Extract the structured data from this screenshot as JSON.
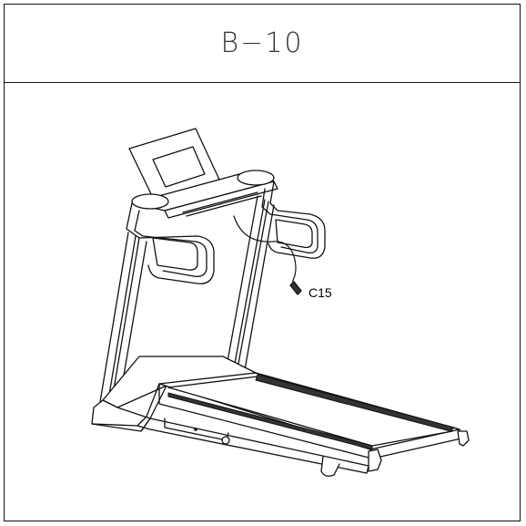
{
  "header": {
    "title": "B−10"
  },
  "diagram": {
    "subject": "treadmill",
    "callouts": [
      {
        "id": "c15",
        "label": "C15"
      }
    ]
  }
}
